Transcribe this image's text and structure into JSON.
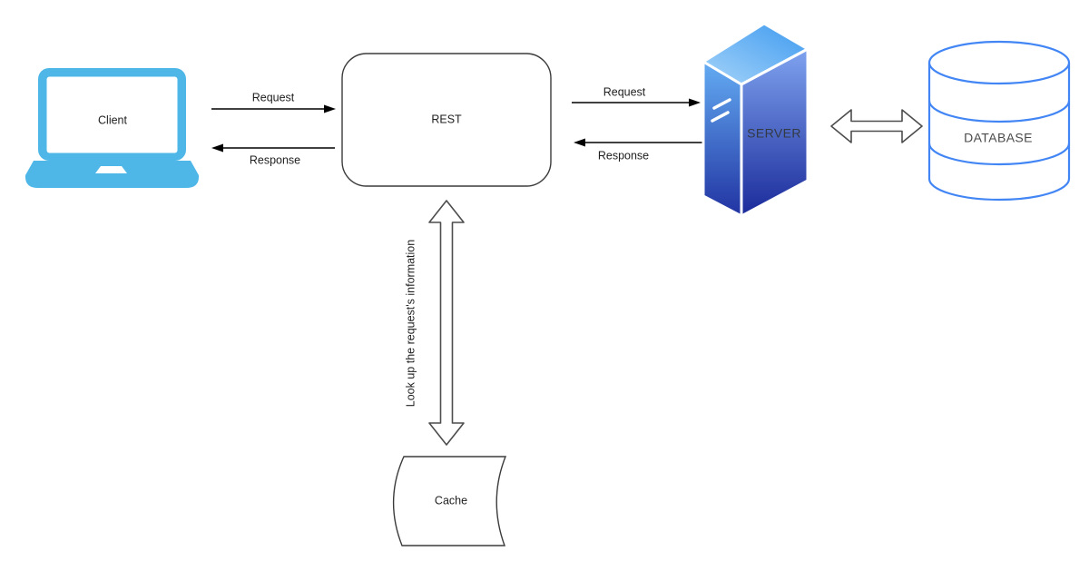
{
  "canvas": {
    "background": "#ffffff"
  },
  "nodes": {
    "client": {
      "label": "Client",
      "shape": "laptop",
      "color": "#4eb7e8"
    },
    "rest": {
      "label": "REST",
      "shape": "rounded-rectangle",
      "stroke": "#3b3b3b"
    },
    "server": {
      "label": "SERVER",
      "shape": "server-tower-3d",
      "gradient_light": "#a6d4f9",
      "gradient_dark": "#1b2a9b"
    },
    "database": {
      "label": "DATABASE",
      "shape": "cylinder",
      "stroke": "#4285f4"
    },
    "cache": {
      "label": "Cache",
      "shape": "stored-data",
      "stroke": "#3b3b3b"
    }
  },
  "edges": {
    "client_to_rest": {
      "label": "Request",
      "direction": "right",
      "style": "solid-black-arrow"
    },
    "rest_to_client": {
      "label": "Response",
      "direction": "left",
      "style": "solid-black-arrow"
    },
    "rest_to_server": {
      "label": "Request",
      "direction": "right",
      "style": "solid-black-arrow"
    },
    "server_to_rest": {
      "label": "Response",
      "direction": "left",
      "style": "solid-black-arrow"
    },
    "server_database": {
      "direction": "both",
      "style": "hollow-double-arrow",
      "stroke": "#4d4d4d"
    },
    "rest_to_cache": {
      "label": "Look up the request's information",
      "direction": "both",
      "style": "hollow-double-arrow",
      "stroke": "#4d4d4d"
    }
  }
}
